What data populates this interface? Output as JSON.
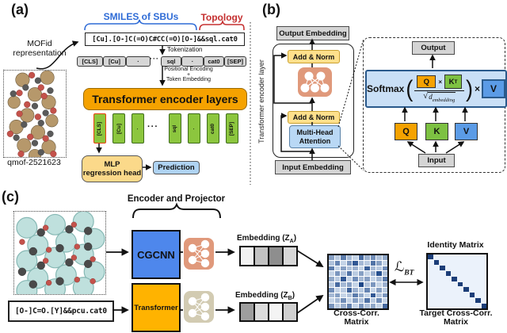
{
  "panel_a": {
    "label": "(a)",
    "mofid_caption_line1": "MOFid",
    "mofid_caption_line2": "representation",
    "smiles_header": "SMILES of SBUs",
    "topology_header": "Topology",
    "mofid_string": "[Cu].[O-]C(=O)C#CC(=O)[O-]&&sql.cat0",
    "tokenization_label": "Tokenization",
    "tokens": [
      "[CLS]",
      "[Cu]",
      "·",
      "sql",
      "·",
      "cat0",
      "[SEP]"
    ],
    "ellipsis": "···",
    "positional_encoding_line1": "Positional Encoding",
    "positional_encoding_line2": "+",
    "positional_encoding_line3": "Token Embedding",
    "encoder_title": "Transformer encoder layers",
    "embedding_tokens": [
      "[CLS]",
      "[Cu]",
      "·",
      "sql",
      "·",
      "cat0",
      "[SEP]"
    ],
    "mlp_line1": "MLP",
    "mlp_line2": "regression head",
    "prediction_label": "Prediction",
    "structure_id": "qmof-2521623"
  },
  "panel_b": {
    "label": "(b)",
    "side_label": "Transformer encoder layer",
    "output_embedding": "Output Embedding",
    "add_norm_top": "Add & Norm",
    "add_norm_bottom": "Add & Norm",
    "mha_line1": "Multi-Head",
    "mha_line2": "Attention",
    "input_embedding": "Input Embedding",
    "output_label": "Output",
    "formula": {
      "softmax": "Softmax",
      "open_paren": "(",
      "q": "Q",
      "times_small": "×",
      "k": "K",
      "k_sup": "T",
      "sqrt": "√",
      "d": "d",
      "d_sub": "embedding",
      "close_paren": ")",
      "times": "×",
      "v": "V"
    },
    "q_label": "Q",
    "k_label": "K",
    "v_label": "V",
    "input_label": "Input"
  },
  "panel_c": {
    "label": "(c)",
    "mofid_string": "[O-]C=O.[Y]&&pcu.cat0",
    "encoder_projector_header": "Encoder and Projector",
    "cgcnn_label": "CGCNN",
    "transformer_label": "Transformer",
    "embedding_a_prefix": "Embedding (Z",
    "embedding_a_sub": "A",
    "embedding_a_suffix": ")",
    "embedding_b_prefix": "Embedding (Z",
    "embedding_b_sub": "B",
    "embedding_b_suffix": ")",
    "embedding_a_cells": [
      "#F2F2F2",
      "#C2C2C2",
      "#8E8E8E",
      "#D8D8D8"
    ],
    "embedding_b_cells": [
      "#9E9E9E",
      "#DCDCDC",
      "#F4F4F4",
      "#CFCFCF"
    ],
    "cross_corr_line1": "Cross-Corr.",
    "cross_corr_line2": "Matrix",
    "loss_symbol": "ℒ",
    "loss_sub": "BT",
    "identity_header": "Identity Matrix",
    "target_line1": "Target Cross-Corr.",
    "target_line2": "Matrix",
    "identity_size": 10,
    "identity_cell_color": "#1C3E78",
    "heatmap_colors": {
      "low": "#E4EEF9",
      "high": "#123E82"
    },
    "cross_corr_matrix": [
      [
        0.45,
        0.2,
        0.65,
        0.3,
        0.15,
        0.75,
        0.35,
        0.55,
        0.25,
        0.4
      ],
      [
        0.25,
        0.6,
        0.15,
        0.5,
        0.85,
        0.3,
        0.2,
        0.7,
        0.45,
        0.15
      ],
      [
        0.65,
        0.15,
        0.45,
        0.25,
        0.35,
        0.15,
        0.8,
        0.3,
        0.2,
        0.55
      ],
      [
        0.15,
        0.5,
        0.25,
        0.7,
        0.2,
        0.45,
        0.15,
        0.35,
        0.9,
        0.25
      ],
      [
        0.4,
        0.2,
        0.85,
        0.15,
        0.55,
        0.3,
        0.45,
        0.15,
        0.3,
        0.65
      ],
      [
        0.2,
        0.75,
        0.3,
        0.45,
        0.15,
        0.95,
        0.25,
        0.5,
        0.15,
        0.35
      ],
      [
        0.55,
        0.15,
        0.2,
        0.8,
        0.35,
        0.2,
        0.6,
        0.15,
        0.45,
        0.2
      ],
      [
        0.3,
        0.45,
        0.15,
        0.25,
        0.65,
        0.4,
        0.15,
        0.85,
        0.25,
        0.5
      ],
      [
        0.15,
        0.3,
        0.55,
        0.15,
        0.45,
        0.25,
        0.7,
        0.2,
        0.55,
        0.15
      ],
      [
        0.5,
        0.2,
        0.35,
        0.6,
        0.15,
        0.5,
        0.25,
        0.4,
        0.15,
        0.75
      ]
    ]
  },
  "colors": {
    "encoder_orange": "#F5A200",
    "token_green": "#8CC63E",
    "cls_border_red": "#E8400C",
    "smiles_blue": "#2E6BD6",
    "topology_red": "#C53030",
    "add_norm_yellow": "#FFE08C",
    "attention_blue": "#B9D8F5",
    "cgcnn_blue": "#4E87EC",
    "transformer_amber": "#FFB300",
    "q_orange": "#F5A200",
    "k_green": "#7DC142",
    "v_blue": "#5B9BE6",
    "projector_salmon": "#E0997B",
    "projector_tan": "#D2CBB2"
  }
}
